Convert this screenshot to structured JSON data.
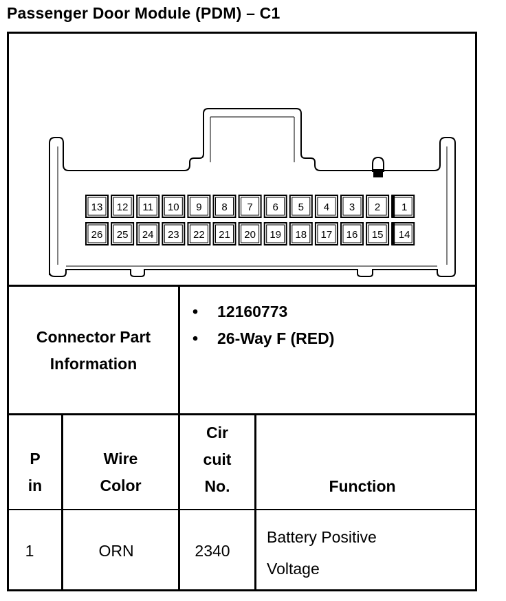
{
  "title": "Passenger Door Module (PDM) – C1",
  "connector": {
    "top_row_pins": [
      "13",
      "12",
      "11",
      "10",
      "9",
      "8",
      "7",
      "6",
      "5",
      "4",
      "3",
      "2",
      "1"
    ],
    "bottom_row_pins": [
      "26",
      "25",
      "24",
      "23",
      "22",
      "21",
      "20",
      "19",
      "18",
      "17",
      "16",
      "15",
      "14"
    ]
  },
  "part_info": {
    "label_line1": "Connector Part",
    "label_line2": "Information",
    "bullets": [
      "12160773",
      "26-Way F (RED)"
    ]
  },
  "table": {
    "headers": {
      "pin_line1": "P",
      "pin_line2": "in",
      "wire_line1": "Wire",
      "wire_line2": "Color",
      "circuit_line1": "Cir",
      "circuit_line2": "cuit",
      "circuit_line3": "No.",
      "function": "Function"
    },
    "rows": [
      {
        "pin": "1",
        "wire_color": "ORN",
        "circuit": "2340",
        "function_line1": "Battery Positive",
        "function_line2": "Voltage"
      }
    ]
  }
}
